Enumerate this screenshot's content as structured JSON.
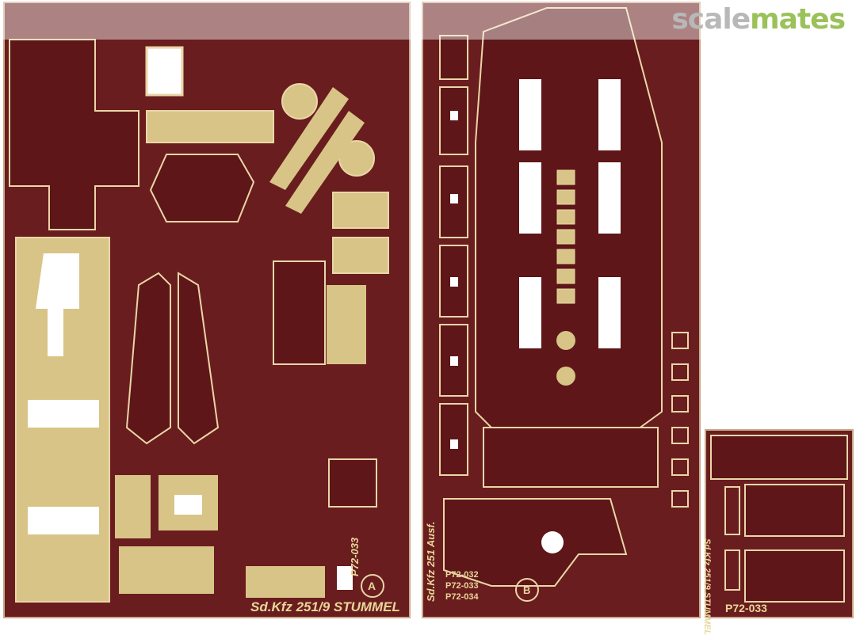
{
  "watermark": {
    "prefix": "scale",
    "suffix": "mates"
  },
  "sheets": [
    {
      "name": "sheet-a",
      "title": "Sd.Kfz 251/9 STUMMEL",
      "code": "P72-033",
      "mark": "A"
    },
    {
      "name": "sheet-b",
      "title": "Sd.Kfz 251 Ausf.",
      "codes": [
        "P72-032",
        "P72-033",
        "P72-034"
      ],
      "mark": "B"
    },
    {
      "name": "sheet-c",
      "title": "Sd.Kfz 251/9 STUMMEL",
      "code": "P72-033"
    }
  ],
  "colors": {
    "metal_dark": "#6a1d1e",
    "brass": "#d8c487",
    "outline": "#e9d6a8",
    "background": "#ffffff"
  }
}
